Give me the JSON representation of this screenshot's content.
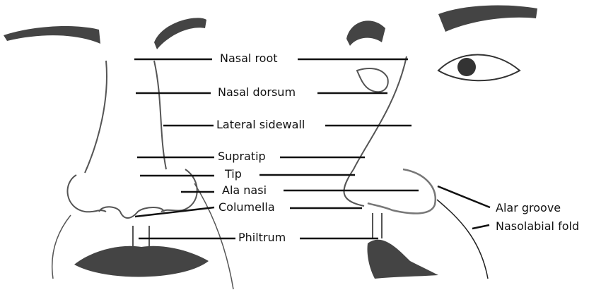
{
  "figure": {
    "subject": "Nasal anatomy subunits (frontal and lateral views)"
  },
  "labels": {
    "nasal_root": "Nasal root",
    "nasal_dorsum": "Nasal dorsum",
    "lateral_sidewall": "Lateral sidewall",
    "supratip": "Supratip",
    "tip": "Tip",
    "ala_nasi": "Ala nasi",
    "columella": "Columella",
    "philtrum": "Philtrum",
    "alar_groove": "Alar groove",
    "nasolabial_fold": "Nasolabial fold"
  },
  "colors": {
    "line": "#111111",
    "sketch": "#555555",
    "fill": "#444444"
  }
}
